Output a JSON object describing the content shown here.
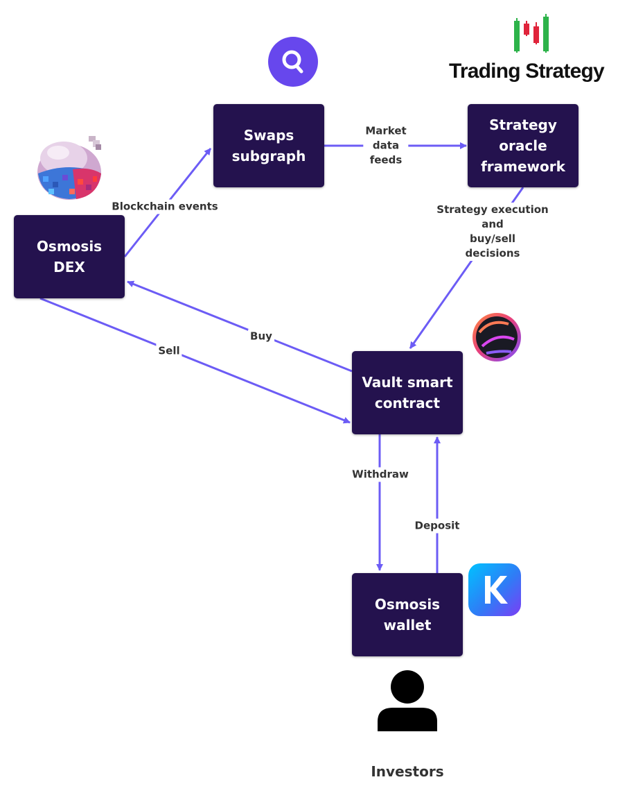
{
  "nodes": {
    "swaps_subgraph": "Swaps\nsubgraph",
    "strategy_oracle": "Strategy\noracle\nframework",
    "osmosis_dex": "Osmosis\nDEX",
    "vault_contract": "Vault smart\ncontract",
    "osmosis_wallet": "Osmosis\nwallet"
  },
  "edges": {
    "blockchain_events": "Blockchain events",
    "market_data_feeds": "Market\ndata\nfeeds",
    "strategy_execution": "Strategy execution and\nbuy/sell\ndecisions",
    "buy": "Buy",
    "sell": "Sell",
    "withdraw": "Withdraw",
    "deposit": "Deposit"
  },
  "logos": {
    "trading_strategy_name": "Trading Strategy"
  },
  "investors_label": "Investors",
  "colors": {
    "node_fill": "#24124e",
    "node_text": "#ffffff",
    "arrow": "#6c5cf5",
    "label_text": "#333333",
    "graph_logo": "#6747ed",
    "candle_green": "#2db34a",
    "candle_red": "#e0243b",
    "keplr_blue": "#2f7cf6"
  },
  "icons": {
    "graph_logo": "the-graph-logo-icon",
    "trading_strategy_logo": "candlestick-logo-icon",
    "osmosis_logo": "pixel-potion-logo-icon",
    "vault_logo": "swirl-sphere-logo-icon",
    "keplr_logo": "keplr-k-logo-icon",
    "investor": "person-icon"
  }
}
